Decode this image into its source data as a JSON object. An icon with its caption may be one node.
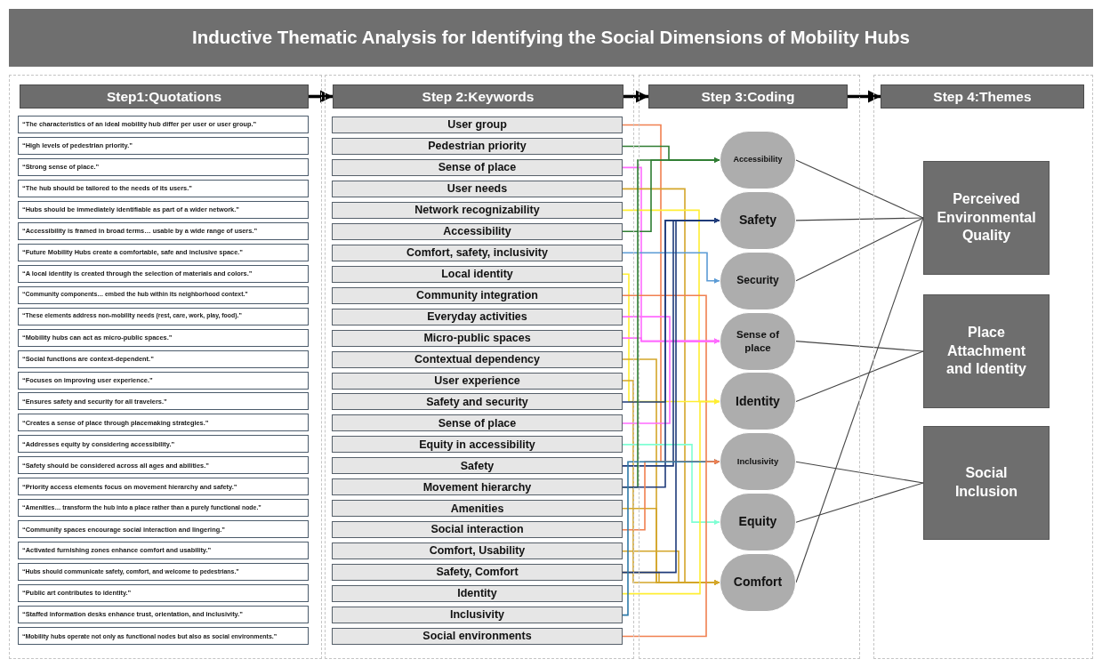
{
  "diagram": {
    "title": "Inductive Thematic Analysis for Identifying the Social Dimensions of Mobility Hubs",
    "nodes": [
      {
        "text": [],
        "shape": "box"
      },
      {
        "text": [
          "Step1:Quotations"
        ],
        "in": 0
      },
      {
        "text": [
          "“The characteristics of an ideal mobility hub differ per user or user group.”"
        ],
        "in": 0
      },
      {
        "text": [
          "“High levels of pedestrian priority.”"
        ],
        "in": 0
      },
      {
        "text": [
          "“Strong sense of place.”"
        ],
        "in": 0
      },
      {
        "text": [
          "“The hub should be tailored to the needs of its users.”"
        ],
        "in": 0
      },
      {
        "text": [
          "“Hubs should be immediately identifiable as part of a wider network.”"
        ],
        "in": 0
      },
      {
        "text": [
          "“Accessibility is framed in broad terms… usable by a wide range of users.”"
        ],
        "in": 0
      },
      {
        "text": [
          "“Future Mobility Hubs create a comfortable, safe and inclusive space.”"
        ],
        "in": 0
      },
      {
        "text": [
          "“A local identity is created through the selection of materials and colors.”"
        ],
        "in": 0
      },
      {
        "text": [
          "“Community components… embed the hub within its neighborhood context.”"
        ],
        "in": 0
      },
      {
        "text": [
          "“These elements address non-mobility needs (rest, care, work, play, food).”"
        ],
        "in": 0
      },
      {
        "text": [
          "“Mobility hubs can act as micro-public spaces.”"
        ],
        "in": 0
      },
      {
        "text": [
          "“Social functions are context-dependent.”"
        ],
        "in": 0
      },
      {
        "text": [
          "“Focuses on improving user experience.”"
        ],
        "in": 0
      },
      {
        "text": [
          "“Ensures safety and security for all travelers.”"
        ],
        "in": 0
      },
      {
        "text": [
          "“Creates a sense of place through placemaking strategies.”"
        ],
        "in": 0
      },
      {
        "text": [
          "“Addresses equity by considering accessibility.”"
        ],
        "in": 0
      },
      {
        "text": [
          "“Safety should be considered across all ages and abilities.”"
        ],
        "in": 0
      },
      {
        "text": [
          "“Priority access elements focus on movement hierarchy and safety.”"
        ],
        "in": 0
      },
      {
        "text": [
          "“Amenities… transform the hub into a place rather than a purely functional node.”"
        ],
        "in": 0
      },
      {
        "text": [
          "“Community spaces encourage social interaction and lingering.”"
        ],
        "in": 0
      },
      {
        "text": [
          "“Activated furnishing zones enhance comfort and usability.”"
        ],
        "in": 0
      },
      {
        "text": [
          "“Hubs should communicate safety, comfort, and welcome to pedestrians.”"
        ],
        "in": 0
      },
      {
        "text": [
          "“Public art contributes to identity.”"
        ],
        "in": 0
      },
      {
        "text": [
          "“Staffed information desks enhance trust, orientation, and inclusivity.”"
        ],
        "in": 0
      },
      {
        "text": [
          "“Mobility hubs operate not only as functional nodes but also as social environments.”"
        ],
        "in": 0
      },
      {
        "text": [],
        "shape": "box"
      },
      {
        "text": [
          "Step 2:Keywords"
        ],
        "in": 27
      },
      {
        "text": [
          "User group"
        ],
        "in": 27
      },
      {
        "text": [
          "Pedestrian priority"
        ],
        "in": 27
      },
      {
        "text": [
          "Sense of place"
        ],
        "in": 27
      },
      {
        "text": [
          "User needs"
        ],
        "in": 27
      },
      {
        "text": [
          "Network recognizability"
        ],
        "in": 27
      },
      {
        "text": [
          "Accessibility"
        ],
        "in": 27
      },
      {
        "text": [
          "Comfort, safety, inclusivity"
        ],
        "in": 27
      },
      {
        "text": [
          "Local identity"
        ],
        "in": 27
      },
      {
        "text": [
          "Community integration"
        ],
        "in": 27
      },
      {
        "text": [
          "Everyday activities"
        ],
        "in": 27
      },
      {
        "text": [
          "Micro-public spaces"
        ],
        "in": 27
      },
      {
        "text": [
          "Contextual dependency"
        ],
        "in": 27
      },
      {
        "text": [
          "User experience"
        ],
        "in": 27
      },
      {
        "text": [
          "Safety and security"
        ],
        "in": 27
      },
      {
        "text": [
          "Sense of place"
        ],
        "in": 27
      },
      {
        "text": [
          "Equity in accessibility"
        ],
        "in": 27
      },
      {
        "text": [
          "Safety"
        ],
        "in": 27
      },
      {
        "text": [
          "Movement hierarchy"
        ],
        "in": 27
      },
      {
        "text": [
          "Amenities"
        ],
        "in": 27
      },
      {
        "text": [
          "Social interaction"
        ],
        "in": 27
      },
      {
        "text": [
          "Comfort, Usability"
        ],
        "in": 27
      },
      {
        "text": [
          "Safety, Comfort"
        ],
        "in": 27
      },
      {
        "text": [
          "Identity"
        ],
        "in": 27
      },
      {
        "text": [
          "Inclusivity"
        ],
        "in": 27
      },
      {
        "text": [
          "Social environments"
        ],
        "in": 27
      },
      {
        "text": [],
        "shape": "box"
      },
      {
        "text": [
          "Step 3:Coding"
        ],
        "in": 54
      },
      {
        "text": [
          "Accessibility"
        ],
        "in": 54
      },
      {
        "text": [
          "Safety"
        ],
        "in": 54
      },
      {
        "text": [
          "Security"
        ],
        "in": 54
      },
      {
        "text": [
          "Sense of place"
        ],
        "in": 54
      },
      {
        "text": [
          "Identity"
        ],
        "in": 54
      },
      {
        "text": [
          "Inclusivity"
        ],
        "in": 54
      },
      {
        "text": [
          "Equity"
        ],
        "in": 54
      },
      {
        "text": [
          "Comfort"
        ],
        "in": 54
      },
      {
        "text": [],
        "shape": "box"
      },
      {
        "text": [
          "Step 4:Themes"
        ],
        "in": 64
      },
      {
        "text": [
          "Perceived Environmental Quality"
        ],
        "in": 64
      },
      {
        "text": [
          "Place Attachment and Identity"
        ],
        "in": 64
      },
      {
        "text": [
          "Social Inclusion"
        ],
        "in": 64
      }
    ],
    "edges": [
      {
        "from": 29,
        "to": 61,
        "arrow": "to",
        "color": "#f08050"
      },
      {
        "from": 30,
        "to": 56,
        "arrow": "to",
        "color": "#2f7d32"
      },
      {
        "from": 31,
        "to": 59,
        "arrow": "to",
        "color": "#ff6bff"
      },
      {
        "from": 32,
        "to": 63,
        "arrow": "to",
        "color": "#d4a62a"
      },
      {
        "from": 33,
        "to": 60,
        "arrow": "to",
        "color": "#ffee33"
      },
      {
        "from": 34,
        "to": 56,
        "arrow": "to",
        "color": "#2f7d32"
      },
      {
        "from": 35,
        "to": 58,
        "arrow": "to",
        "color": "#5b9bd5"
      },
      {
        "from": 36,
        "to": 60,
        "arrow": "to",
        "color": "#ffee33"
      },
      {
        "from": 37,
        "to": 61,
        "arrow": "to",
        "color": "#f08050"
      },
      {
        "from": 38,
        "to": 59,
        "arrow": "to",
        "color": "#ff6bff"
      },
      {
        "from": 39,
        "to": 59,
        "arrow": "to",
        "color": "#ff6bff"
      },
      {
        "from": 40,
        "to": 63,
        "arrow": "to",
        "color": "#d4a62a"
      },
      {
        "from": 41,
        "to": 63,
        "arrow": "to",
        "color": "#d4a62a"
      },
      {
        "from": 42,
        "to": 57,
        "arrow": "to",
        "color": "#1f3b7a"
      },
      {
        "from": 43,
        "to": 59,
        "arrow": "to",
        "color": "#ff6bff"
      },
      {
        "from": 44,
        "to": 62,
        "arrow": "to",
        "color": "#7fffd4"
      },
      {
        "from": 45,
        "to": 57,
        "arrow": "to",
        "color": "#1f3b7a"
      },
      {
        "from": 46,
        "to": 56,
        "arrow": "to",
        "color": "#2f7d32"
      },
      {
        "from": 46,
        "to": 57,
        "arrow": "to",
        "color": "#1f3b7a"
      },
      {
        "from": 47,
        "to": 63,
        "arrow": "to",
        "color": "#d4a62a"
      },
      {
        "from": 48,
        "to": 61,
        "arrow": "to",
        "color": "#f08050"
      },
      {
        "from": 49,
        "to": 63,
        "arrow": "to",
        "color": "#d4a62a"
      },
      {
        "from": 50,
        "to": 63,
        "arrow": "to",
        "color": "#d4a62a"
      },
      {
        "from": 50,
        "to": 57,
        "arrow": "to",
        "color": "#1f3b7a"
      },
      {
        "from": 51,
        "to": 60,
        "arrow": "to",
        "color": "#ffee33"
      },
      {
        "from": 52,
        "to": 61,
        "arrow": "to",
        "color": "#2e7aa8"
      },
      {
        "from": 53,
        "to": 61,
        "arrow": "to",
        "color": "#f08050"
      },
      {
        "from": 56,
        "to": 66,
        "arrow": "none"
      },
      {
        "from": 57,
        "to": 66,
        "arrow": "none"
      },
      {
        "from": 58,
        "to": 66,
        "arrow": "none"
      },
      {
        "from": 59,
        "to": 67,
        "arrow": "none"
      },
      {
        "from": 60,
        "to": 67,
        "arrow": "none"
      },
      {
        "from": 61,
        "to": 68,
        "arrow": "none"
      },
      {
        "from": 62,
        "to": 68,
        "arrow": "none"
      },
      {
        "from": 63,
        "to": 66,
        "arrow": "none"
      },
      {
        "from": 1,
        "to": 28,
        "arrow": "to",
        "style": "thick",
        "color": "#000000"
      },
      {
        "from": 28,
        "to": 55,
        "arrow": "to",
        "style": "thick",
        "color": "#000000"
      },
      {
        "from": 55,
        "to": 65,
        "arrow": "to",
        "style": "thick",
        "color": "#000000"
      }
    ]
  }
}
